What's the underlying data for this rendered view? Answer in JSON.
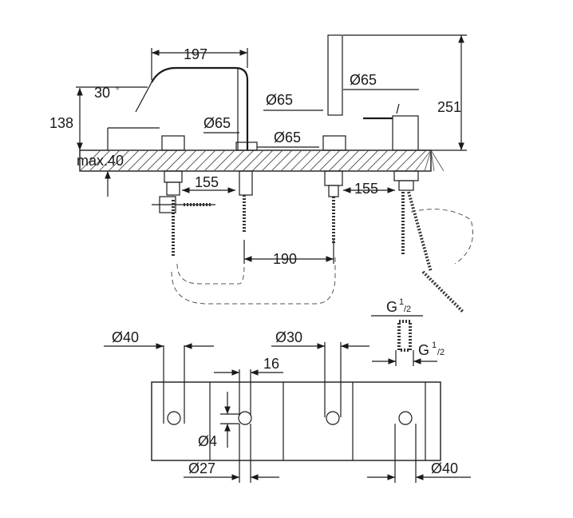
{
  "labels": {
    "width_spout": "197",
    "angle": "30",
    "angle_unit": "°",
    "height_spout": "138",
    "diameter_top_left": "Ø65",
    "diameter_middle": "Ø65",
    "diameter_right": "Ø65",
    "diameter_handshower": "Ø65",
    "height_right": "251",
    "max_deck": "max.40",
    "spacing_left": "155",
    "spacing_right": "155",
    "spacing_middle": "190",
    "thread_1_main": "G",
    "thread_1_sup": "1",
    "thread_1_sub": "/2",
    "thread_2_main": "G",
    "thread_2_sup": "1",
    "thread_2_sub": "/2",
    "hole_40_left": "Ø40",
    "hole_30": "Ø30",
    "offset_16": "16",
    "hole_4": "Ø4",
    "hole_27": "Ø27",
    "hole_40_right": "Ø40"
  },
  "colors": {
    "ink": "#1a1a1a",
    "panel_fill": "#ffffff",
    "hatch": "#555555"
  }
}
